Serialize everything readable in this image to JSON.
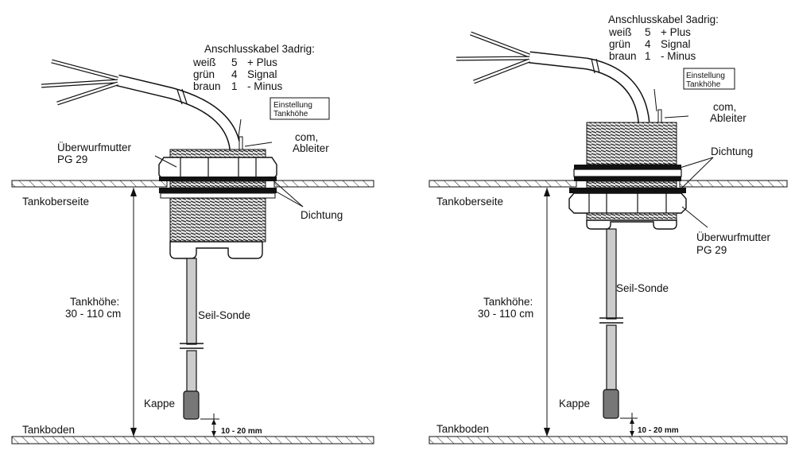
{
  "left": {
    "cable_title": "Anschlusskabel 3adrig:",
    "cable_rows": [
      {
        "color": "weiß",
        "num": "5",
        "func": "+ Plus"
      },
      {
        "color": "grün",
        "num": "4",
        "func": "Signal"
      },
      {
        "color": "braun",
        "num": "1",
        "func": "- Minus"
      }
    ],
    "setting_box": [
      "Einstellung",
      "Tankhöhe"
    ],
    "com": [
      "com,",
      "Ableiter"
    ],
    "nut": [
      "Überwurfmutter",
      "PG 29"
    ],
    "seal": "Dichtung",
    "tank_top": "Tankoberseite",
    "tank_height": [
      "Tankhöhe:",
      "30 - 110 cm"
    ],
    "probe": "Seil-Sonde",
    "cap": "Kappe",
    "gap": "10 - 20 mm",
    "tank_bottom": "Tankboden"
  },
  "right": {
    "cable_title": "Anschlusskabel 3adrig:",
    "cable_rows": [
      {
        "color": "weiß",
        "num": "5",
        "func": "+ Plus"
      },
      {
        "color": "grün",
        "num": "4",
        "func": "Signal"
      },
      {
        "color": "braun",
        "num": "1",
        "func": "- Minus"
      }
    ],
    "setting_box": [
      "Einstellung",
      "Tankhöhe"
    ],
    "com": [
      "com,",
      "Ableiter"
    ],
    "seal": "Dichtung",
    "nut": [
      "Überwurfmutter",
      "PG 29"
    ],
    "tank_top": "Tankoberseite",
    "tank_height": [
      "Tankhöhe:",
      "30 - 110 cm"
    ],
    "probe": "Seil-Sonde",
    "cap": "Kappe",
    "gap": "10 - 20 mm",
    "tank_bottom": "Tankboden"
  }
}
